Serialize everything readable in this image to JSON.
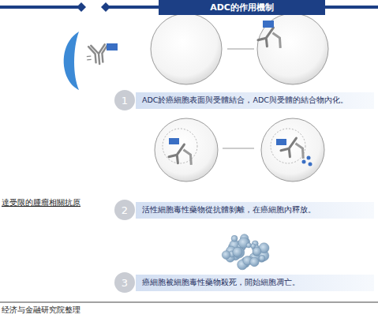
{
  "diagram": {
    "nodes": [
      {
        "text": [
          "ADC的作用機制"
        ]
      },
      {
        "text": [
          "1"
        ]
      },
      {
        "text": [
          "ADC於癌細胞表面與受體結合，ADC與受體的結合物內化。"
        ]
      },
      {
        "text": [
          "2"
        ]
      },
      {
        "text": [
          "活性細胞毒性藥物從抗體剝離，在癌細胞內釋放。"
        ]
      },
      {
        "text": [
          "3"
        ]
      },
      {
        "text": [
          "癌細胞被細胞毒性藥物殺死，開始細胞凋亡。"
        ]
      }
    ],
    "labels": [
      "達受限的腫瘤相關抗原",
      "经济与金融研究院整理"
    ]
  }
}
